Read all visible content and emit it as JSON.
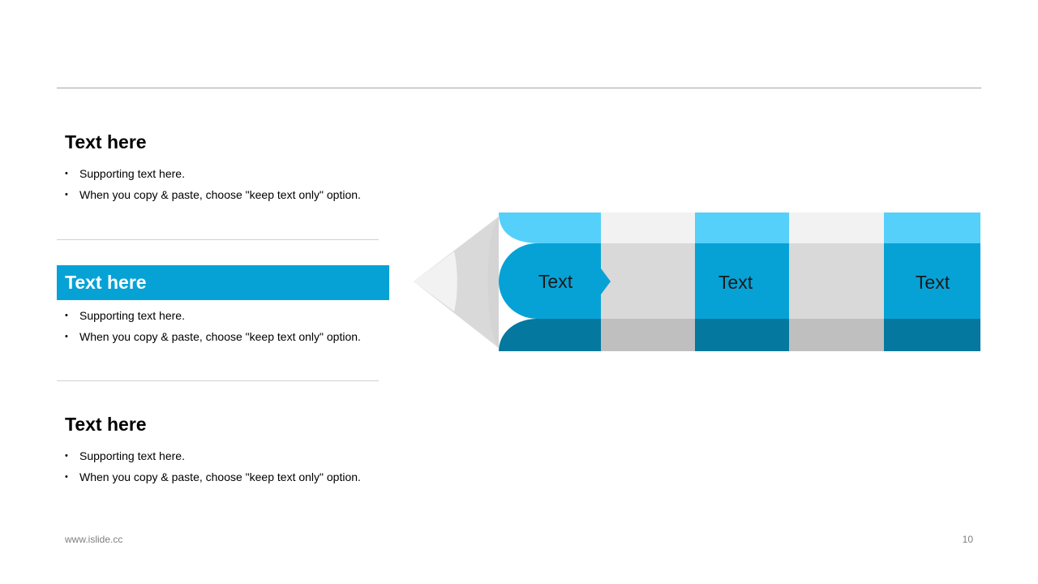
{
  "sections": [
    {
      "title": "Text here",
      "bullets": [
        "Supporting text here.",
        "When you copy & paste, choose \"keep text only\" option."
      ]
    },
    {
      "title": "Text here",
      "bullets": [
        "Supporting text here.",
        "When you copy & paste, choose \"keep text only\" option."
      ]
    },
    {
      "title": "Text here",
      "bullets": [
        "Supporting text here.",
        "When you copy & paste, choose \"keep text only\" option."
      ]
    }
  ],
  "pencil": {
    "labels": [
      "Text",
      "Text",
      "Text"
    ],
    "colors": {
      "light_blue": "#55d0fb",
      "blue": "#06a2d6",
      "dark_blue": "#04789f",
      "light_gray": "#f2f2f2",
      "gray": "#d9d9d9",
      "dark_gray": "#bfbfbf"
    }
  },
  "footer": {
    "url": "www.islide.cc",
    "page_number": "10"
  }
}
